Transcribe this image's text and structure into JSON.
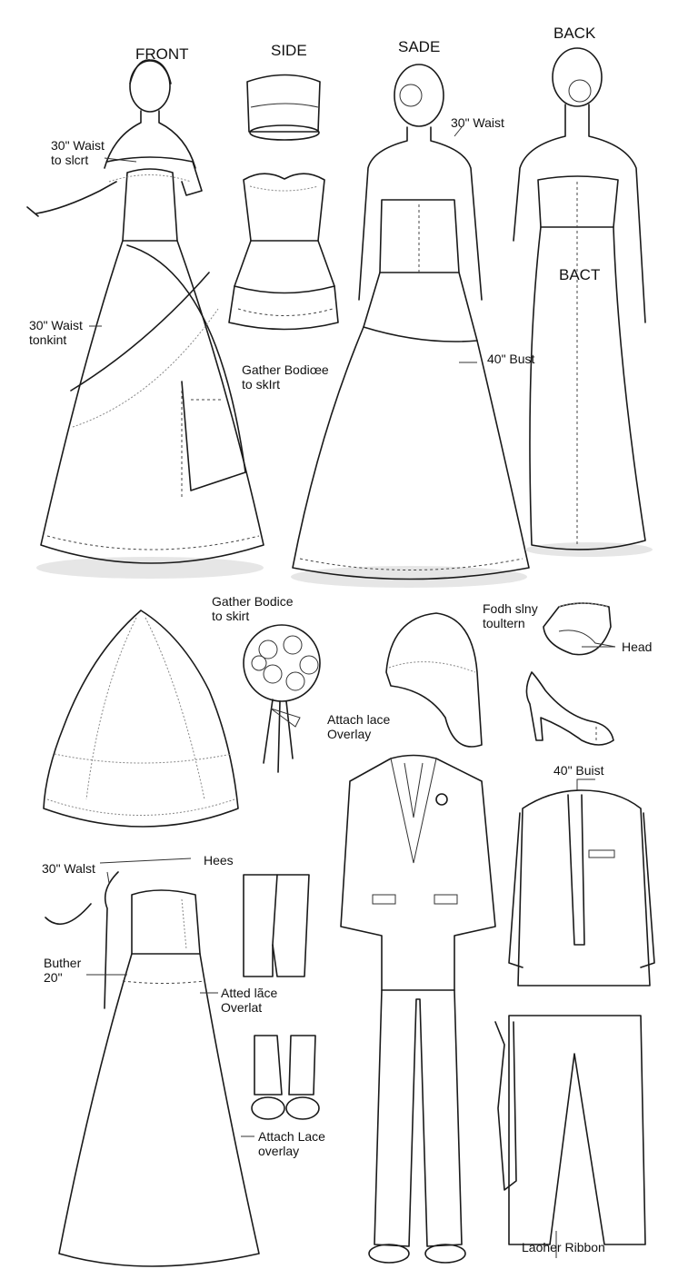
{
  "sheet": {
    "view_labels": {
      "front": "FRONT",
      "side": "SIDE",
      "side_alt": "SADE",
      "back": "BACK",
      "back_alt": "BACT"
    },
    "annotations": [
      {
        "id": "front-waist-top",
        "text": "30\" Waist\nto slcrt"
      },
      {
        "id": "front-waist-mid",
        "text": "30\" Waist\ntonkint"
      },
      {
        "id": "side-gather",
        "text": "Gather Bodiœe\nto skIrt"
      },
      {
        "id": "sade-waist",
        "text": "30\" Waist"
      },
      {
        "id": "sade-bust",
        "text": "40\" Bust"
      },
      {
        "id": "bouquet-gather",
        "text": "Gather Bodice\nto skirt"
      },
      {
        "id": "bouquet-lace",
        "text": "Attach lace\nOverlay"
      },
      {
        "id": "headpiece-pattern",
        "text": "Fodh slny\ntoultern"
      },
      {
        "id": "headpiece-head",
        "text": "Head"
      },
      {
        "id": "jacket-bust",
        "text": "40\" Buist"
      },
      {
        "id": "gown2-waist",
        "text": "30\" Walst"
      },
      {
        "id": "gown2-hees",
        "text": "Hees"
      },
      {
        "id": "gown2-buther",
        "text": "Buther\n20\""
      },
      {
        "id": "gown2-lace",
        "text": "Atted lãce\nOverlat"
      },
      {
        "id": "gloves-lace",
        "text": "Attach Lace\noverlay"
      },
      {
        "id": "pants-ribbon",
        "text": "Laoher Ribbon"
      }
    ],
    "items": [
      "front-gown",
      "side-hat",
      "side-bodice",
      "sade-gown",
      "back-gown",
      "veil",
      "bouquet",
      "cap",
      "headband",
      "pump-shoe",
      "suit-jacket-front",
      "suit-trousers",
      "jacket-back",
      "sash-trousers",
      "gown-strapless",
      "long-gloves",
      "short-gloves"
    ]
  }
}
